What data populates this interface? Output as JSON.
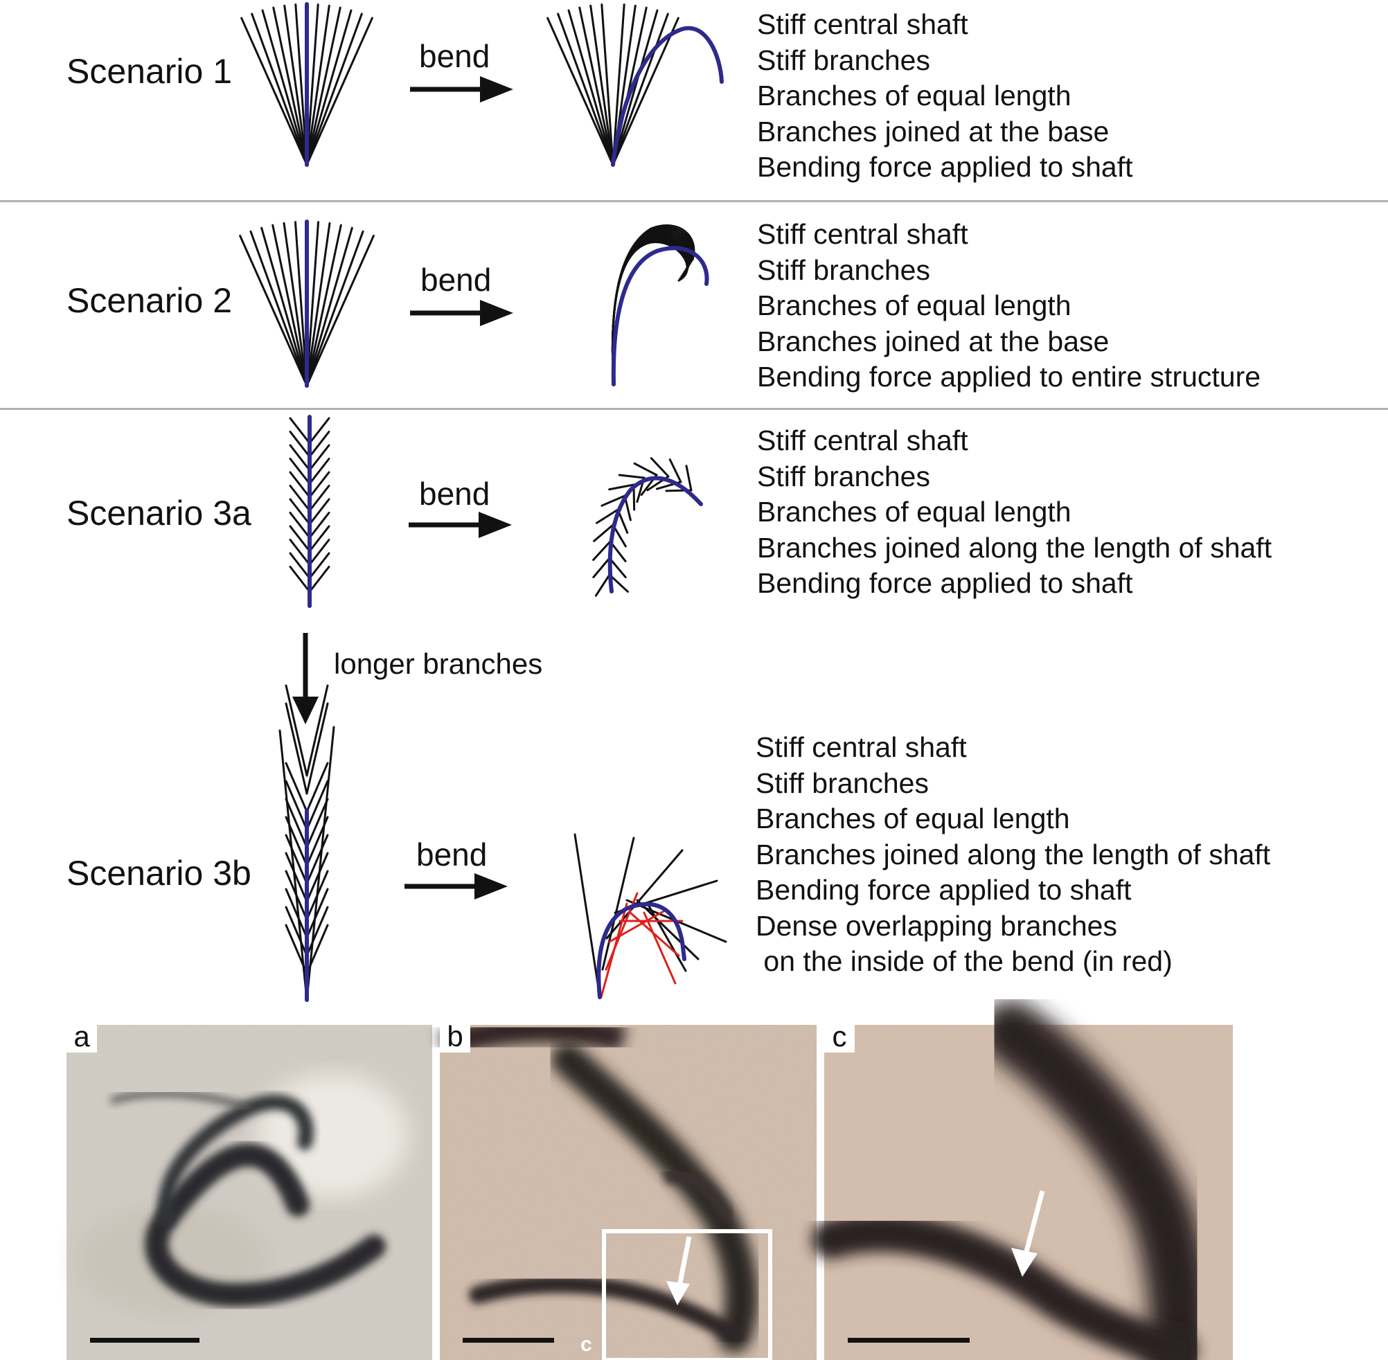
{
  "colors": {
    "shaft": "#2e2a8c",
    "branch": "#111111",
    "overlap": "#e0201c",
    "divider": "#b0b0b0"
  },
  "scenarios": [
    {
      "label": "Scenario 1",
      "arrow_label": "bend",
      "properties": [
        "Stiff central shaft",
        "Stiff branches",
        "Branches of equal length",
        "Branches joined at the base",
        "Bending force applied to shaft"
      ]
    },
    {
      "label": "Scenario 2",
      "arrow_label": "bend",
      "properties": [
        "Stiff central shaft",
        "Stiff branches",
        "Branches of equal length",
        "Branches joined at the base",
        "Bending force applied to entire structure"
      ]
    },
    {
      "label": "Scenario 3a",
      "arrow_label": "bend",
      "properties": [
        "Stiff central shaft",
        "Stiff branches",
        "Branches of equal length",
        "Branches joined along the length of shaft",
        "Bending force applied to shaft"
      ]
    },
    {
      "label": "Scenario 3b",
      "arrow_label": "bend",
      "properties": [
        "Stiff central shaft",
        "Stiff branches",
        "Branches of equal length",
        "Branches joined along the length of shaft",
        "Bending force applied to shaft",
        "Dense overlapping branches",
        " on the inside of the bend (in red)"
      ]
    }
  ],
  "transition_label": "longer branches",
  "photos": [
    {
      "label": "a"
    },
    {
      "label": "b",
      "inset_label": "c"
    },
    {
      "label": "c"
    }
  ]
}
